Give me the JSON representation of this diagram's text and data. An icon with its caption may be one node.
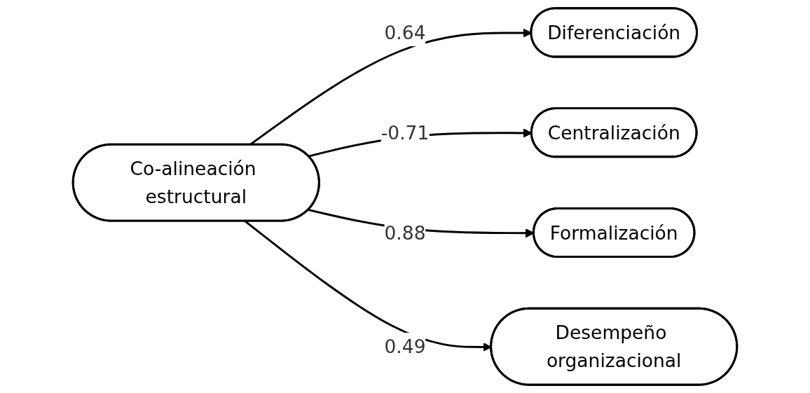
{
  "diagram": {
    "nodes": [
      {
        "text": [
          "Diferenciación"
        ]
      },
      {
        "text": [
          "Centralización"
        ]
      },
      {
        "text": [
          "Co-alineación estructural"
        ]
      },
      {
        "text": [
          "Desempeño organizacional"
        ]
      },
      {
        "text": [
          "Formalización"
        ]
      }
    ],
    "edges": [
      {
        "from": 2,
        "to": 0,
        "arrow": "to",
        "label": "0.64"
      },
      {
        "from": 2,
        "to": 1,
        "arrow": "to",
        "label": "-0.71"
      },
      {
        "from": 2,
        "to": 4,
        "arrow": "to",
        "label": "0.88"
      },
      {
        "from": 2,
        "to": 3,
        "arrow": "to",
        "label": "0.49"
      }
    ]
  }
}
